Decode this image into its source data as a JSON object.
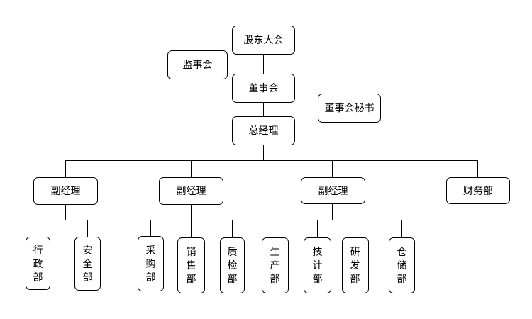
{
  "org_chart": {
    "shareholders_meeting": "股东大会",
    "supervisory_board": "监事会",
    "board_of_directors": "董事会",
    "board_secretary": "董事会秘书",
    "general_manager": "总经理",
    "deputy_manager_1": "副经理",
    "deputy_manager_2": "副经理",
    "deputy_manager_3": "副经理",
    "finance_dept": "财务部",
    "admin_dept": "行政部",
    "safety_dept": "安全部",
    "purchasing_dept": "采购部",
    "sales_dept": "销售部",
    "qc_dept": "质检部",
    "production_dept": "生产部",
    "tech_dept": "技计部",
    "rnd_dept": "研发部",
    "warehouse_dept": "仓储部"
  }
}
